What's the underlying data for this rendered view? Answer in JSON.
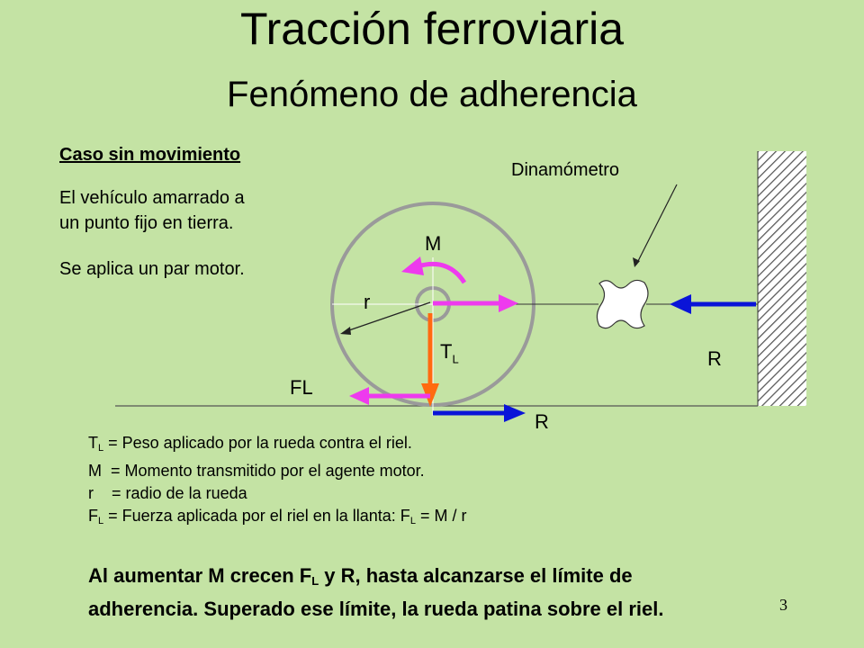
{
  "title": "Tracción ferroviaria",
  "subtitle": "Fenómeno de adherencia",
  "case": {
    "heading": "Caso sin movimiento",
    "line1": "El vehículo amarrado a",
    "line2": "un punto fijo en tierra.",
    "line3": "Se aplica un par motor."
  },
  "diagram": {
    "dynamometer_label": "Dinamómetro",
    "moment_label": "M",
    "radius_label": "r",
    "weight_label_main": "T",
    "weight_label_sub": "L",
    "friction_label": "FL",
    "reaction_label_top": "R",
    "reaction_label_bottom": "R",
    "colors": {
      "background": "#c4e3a4",
      "wheel": "#9a9a9a",
      "force_magenta": "#ee3aee",
      "force_orange": "#ff6a10",
      "force_blue": "#0a14d8"
    }
  },
  "definitions": [
    {
      "sym": "T",
      "sub": "L",
      "text": " = Peso aplicado por la rueda contra el riel."
    },
    {
      "sym": "M",
      "sub": "",
      "text": "  = Momento transmitido por el agente motor."
    },
    {
      "sym": "r",
      "sub": "",
      "text": "    = radio de la rueda"
    },
    {
      "sym": "F",
      "sub": "L",
      "text": " = Fuerza aplicada por el riel en la llanta: F",
      "sub2": "L",
      "text2": " = M / r"
    }
  ],
  "conclusion": {
    "part1": "Al aumentar M crecen F",
    "sub": "L",
    "part2": " y R, hasta alcanzarse el límite de adherencia. Superado ese límite, la rueda patina sobre el riel."
  },
  "page_number": "3"
}
